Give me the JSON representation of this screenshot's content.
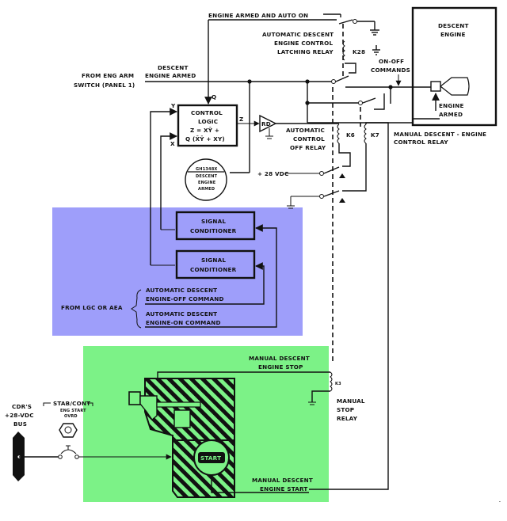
{
  "colors": {
    "automatic_region": "#9e9efa",
    "manual_region": "#7cf287",
    "ink": "#111111",
    "background": "#ffffff"
  },
  "labels": {
    "engine_armed_auto_on": "ENGINE ARMED AND AUTO ON",
    "latching_relay": [
      "AUTOMATIC DESCENT",
      "ENGINE CONTROL",
      "LATCHING RELAY"
    ],
    "k28": "K28",
    "descent_engine": [
      "DESCENT",
      "ENGINE"
    ],
    "on_off_commands": [
      "ON-OFF",
      "COMMANDS"
    ],
    "engine_armed_box": [
      "ENGINE",
      "ARMED"
    ],
    "from_eng_arm": [
      "FROM ENG ARM",
      "SWITCH (PANEL 1)"
    ],
    "descent_engine_armed_line": [
      "DESCENT",
      "ENGINE ARMED"
    ],
    "q": "Q",
    "y": "Y",
    "x": "X",
    "z": "Z",
    "control_logic": [
      "CONTROL",
      "LOGIC",
      "Z = XȲ +",
      "Q (X̄Ȳ + XY)"
    ],
    "rd": "RD",
    "auto_control_off_relay": [
      "AUTOMATIC",
      "CONTROL",
      "OFF RELAY"
    ],
    "k6": "K6",
    "k7": "K7",
    "manual_control_relay": [
      "MANUAL DESCENT - ENGINE",
      "CONTROL RELAY"
    ],
    "plus28vdc": "+ 28 VDC",
    "indicator": [
      "GH1348X",
      "DESCENT",
      "ENGINE",
      "ARMED"
    ],
    "signal_conditioner_1": [
      "SIGNAL",
      "CONDITIONER"
    ],
    "signal_conditioner_2": [
      "SIGNAL",
      "CONDITIONER"
    ],
    "from_lgc": "FROM LGC OR AEA",
    "auto_off_cmd": [
      "AUTOMATIC DESCENT",
      "ENGINE-OFF COMMAND"
    ],
    "auto_on_cmd": [
      "AUTOMATIC DESCENT",
      "ENGINE-ON COMMAND"
    ],
    "manual_stop": [
      "MANUAL DESCENT",
      "ENGINE STOP"
    ],
    "k3": "K3",
    "manual_stop_relay": [
      "MANUAL",
      "STOP",
      "RELAY"
    ],
    "cdr_bus": [
      "CDR'S",
      "+28-VDC",
      "BUS"
    ],
    "stab_cont": "STAB/CONT",
    "eng_start_ovrd": [
      "ENG START",
      "OVRD"
    ],
    "start_button": "START",
    "manual_start": [
      "MANUAL DESCENT",
      "ENGINE START"
    ]
  }
}
